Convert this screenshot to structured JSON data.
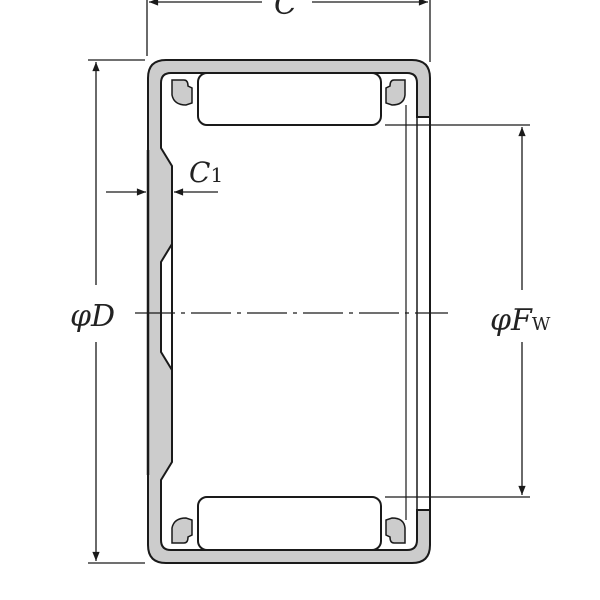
{
  "diagram": {
    "labels": {
      "width": "C",
      "flange": "C",
      "flange_sub": "1",
      "outer_diameter": "φD",
      "roller_diameter": "φF",
      "roller_diameter_sub": "W"
    },
    "colors": {
      "shell": "#cccccc",
      "line": "#1a1a1a"
    }
  }
}
